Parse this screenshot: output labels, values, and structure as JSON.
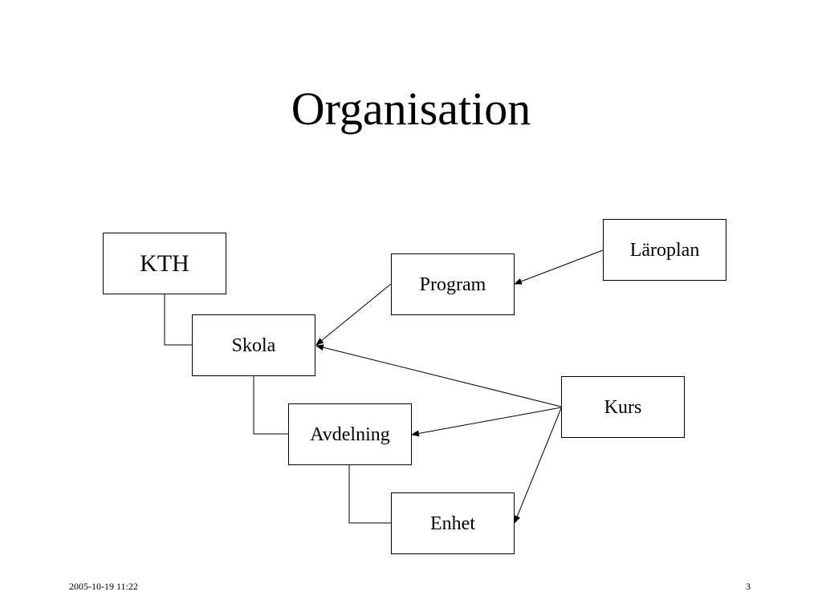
{
  "slide": {
    "title": "Organisation",
    "footer_date": "2005-10-19 11:22",
    "page_number": "3"
  },
  "diagram": {
    "nodes": {
      "kth": "KTH",
      "skola": "Skola",
      "avdelning": "Avdelning",
      "enhet": "Enhet",
      "program": "Program",
      "laroplan": "Läroplan",
      "kurs": "Kurs"
    },
    "hierarchy_links": [
      {
        "from": "kth",
        "to": "skola"
      },
      {
        "from": "skola",
        "to": "avdelning"
      },
      {
        "from": "avdelning",
        "to": "enhet"
      }
    ],
    "arrows": [
      {
        "from": "laroplan",
        "to": "program"
      },
      {
        "from": "program",
        "to": "skola"
      },
      {
        "from": "kurs",
        "to": "skola"
      },
      {
        "from": "kurs",
        "to": "avdelning"
      },
      {
        "from": "kurs",
        "to": "enhet"
      }
    ]
  }
}
